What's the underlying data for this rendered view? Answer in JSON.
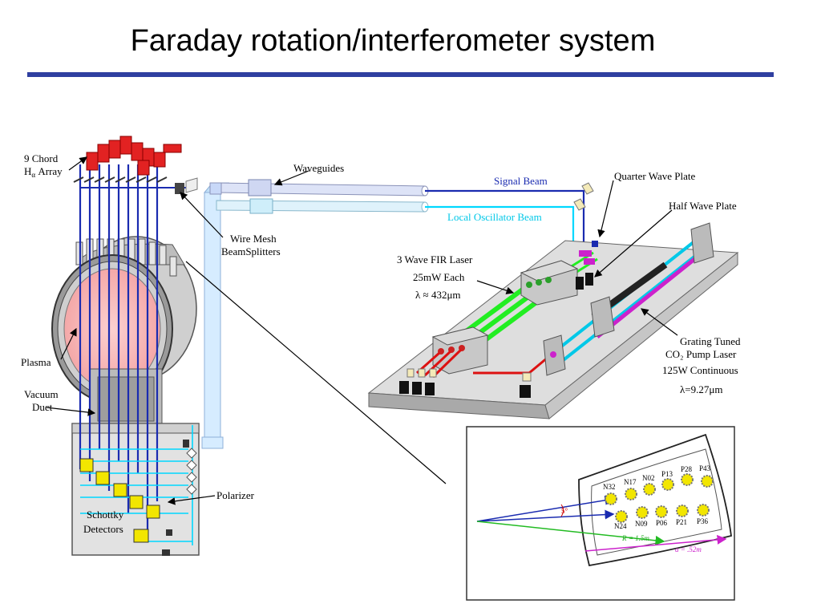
{
  "title": "Faraday rotation/interferometer system",
  "labels": {
    "chord_array_1": "9  Chord",
    "chord_array_2": "H",
    "chord_array_sub": "α",
    "chord_array_3": " Array",
    "waveguides": "Waveguides",
    "signal_beam": "Signal Beam",
    "lo_beam": "Local Oscillator Beam",
    "quarter_wave": "Quarter Wave Plate",
    "half_wave": "Half Wave Plate",
    "wire_mesh_1": "Wire Mesh",
    "wire_mesh_2": "BeamSplitters",
    "fir_1": "3 Wave FIR Laser",
    "fir_2": "25mW Each",
    "fir_3": "λ ≈ 432μm",
    "plasma": "Plasma",
    "vacuum_1": "Vacuum",
    "vacuum_2": "Duct",
    "grating_1": "Grating Tuned",
    "grating_2": "CO₂ Pump Laser",
    "grating_3": "125W Continuous",
    "grating_4": "λ=9.27μm",
    "polarizer": "Polarizer",
    "schottky_1": "Schottky",
    "schottky_2": "Detectors"
  },
  "inset": {
    "angle": "5°",
    "R_label": "R = 1.5m",
    "a_label": "a = .52m",
    "chords_top": [
      "N32",
      "N17",
      "N02",
      "P13",
      "P28",
      "P43"
    ],
    "chords_bottom": [
      "N24",
      "N09",
      "P06",
      "P21",
      "P36"
    ]
  },
  "colors": {
    "rule": "#2f3fa0",
    "signal_beam": "#1a2bb0",
    "lo_beam": "#00d8ff",
    "fir_beam": "#22ee22",
    "co2_beam": "#cc22cc",
    "red_beam": "#dd1111",
    "plasma": "#f7b8b8",
    "detector": "#f2e600"
  }
}
